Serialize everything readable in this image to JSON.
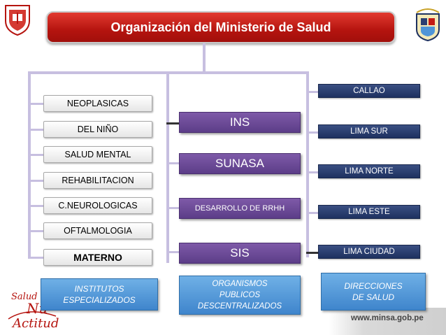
{
  "title": "Organización del Ministerio de Salud",
  "institutos": {
    "items": [
      "NEOPLASICAS",
      "DEL NIÑO",
      "SALUD MENTAL",
      "REHABILITACION",
      "C.NEUROLOGICAS",
      "OFTALMOLOGIA",
      "MATERNO"
    ],
    "category_line1": "INSTITUTOS",
    "category_line2": "ESPECIALIZADOS"
  },
  "organismos": {
    "items": [
      "INS",
      "SUNASA",
      "DESARROLLO DE RRHH",
      "SIS"
    ],
    "category_line1": "ORGANISMOS",
    "category_line2": "PUBLICOS",
    "category_line3": "DESCENTRALIZADOS"
  },
  "direcciones": {
    "items": [
      "CALLAO",
      "LIMA SUR",
      "LIMA NORTE",
      "LIMA ESTE",
      "LIMA CIUDAD"
    ],
    "category_line1": "DIRECCIONES",
    "category_line2": "DE SALUD"
  },
  "footer_url": "www.minsa.gob.pe",
  "slogan": "Salud Nueva Actitud",
  "colors": {
    "title_red": "#c41b14",
    "purple": "#6b4a96",
    "navy": "#2b3f72",
    "light_blue": "#4f95d8",
    "connector": "#c7bfe0"
  }
}
